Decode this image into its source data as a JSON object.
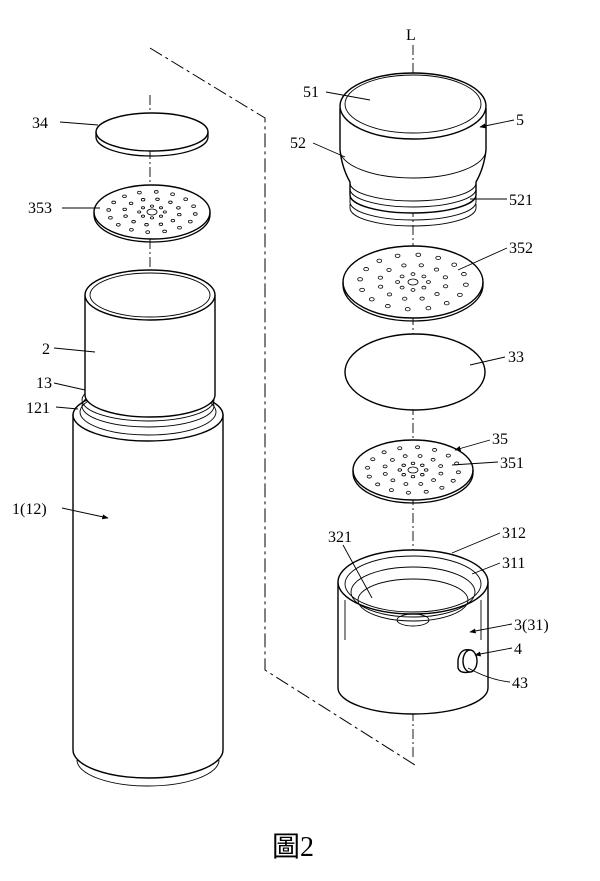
{
  "figure": {
    "caption": "圖2",
    "axis_label": "L"
  },
  "labels": {
    "l34": "34",
    "l353": "353",
    "l2": "2",
    "l13": "13",
    "l121": "121",
    "l1_12": "1(12)",
    "l51": "51",
    "l5": "5",
    "l52": "52",
    "l521": "521",
    "l352": "352",
    "l33": "33",
    "l35": "35",
    "l351": "351",
    "l321": "321",
    "l312": "312",
    "l311": "311",
    "l3_31": "3(31)",
    "l4": "4",
    "l43": "43"
  }
}
